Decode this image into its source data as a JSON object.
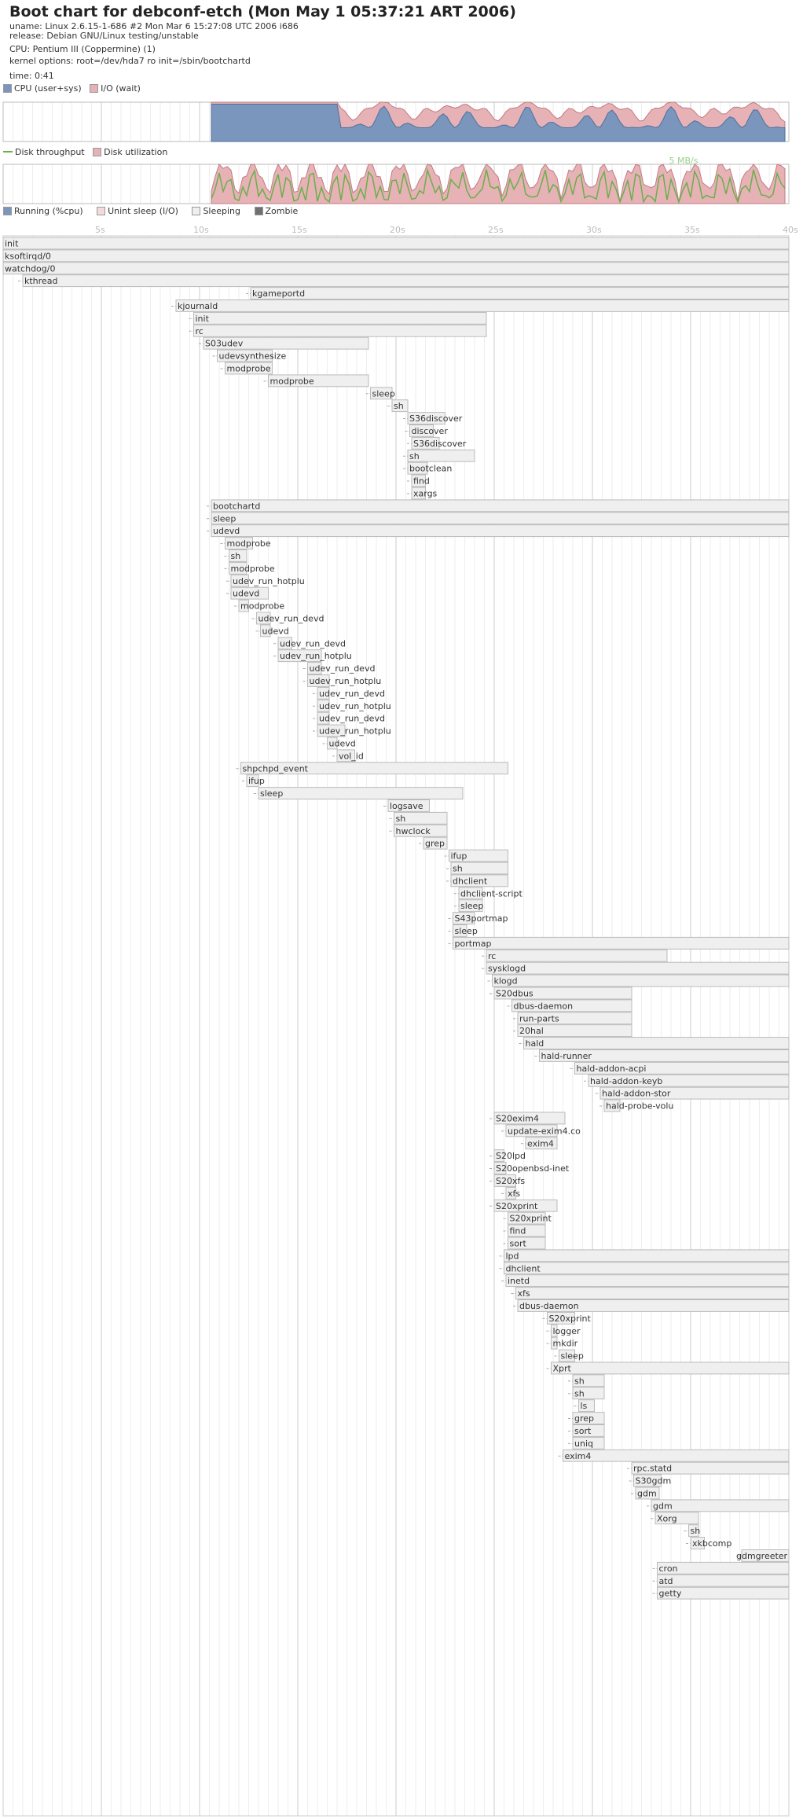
{
  "header": {
    "title": "Boot chart for debconf-etch (Mon May 1 05:37:21 ART 2006)",
    "uname": "uname: Linux 2.6.15-1-686 #2 Mon Mar 6 15:27:08 UTC 2006 i686",
    "release": "release: Debian GNU/Linux testing/unstable",
    "cpu": "CPU: Pentium III (Coppermine) (1)",
    "kernel": "kernel options: root=/dev/hda7 ro init=/sbin/bootchartd",
    "time": "time: 0:41"
  },
  "legends": {
    "cpu_user": "CPU (user+sys)",
    "cpu_io": "I/O (wait)",
    "disk_tput": "Disk throughput",
    "disk_util": "Disk utilization",
    "disk_peak": "5 MB/s",
    "running": "Running (%cpu)",
    "unint": "Unint sleep (I/O)",
    "sleeping": "Sleeping",
    "zombie": "Zombie"
  },
  "colors": {
    "cpu": "#7b96bd",
    "io": "#e6b2b6",
    "tput": "#6aaf4a",
    "proc_fill": "#efefef",
    "proc_border": "#bbbbbb",
    "zombie": "#707070"
  },
  "chart_data": {
    "type": "timeline",
    "x_ticks": [
      "5s",
      "10s",
      "15s",
      "20s",
      "25s",
      "30s",
      "35s",
      "40s"
    ],
    "xlim": [
      0,
      40
    ],
    "processes": [
      {
        "name": "init",
        "start": 0,
        "end": 40,
        "depth": 0
      },
      {
        "name": "ksoftirqd/0",
        "start": 0,
        "end": 40,
        "depth": 1
      },
      {
        "name": "watchdog/0",
        "start": 0,
        "end": 40,
        "depth": 1
      },
      {
        "name": "kthread",
        "start": 1,
        "end": 40,
        "depth": 1
      },
      {
        "name": "kgameportd",
        "start": 12.6,
        "end": 40,
        "depth": 2
      },
      {
        "name": "kjournald",
        "start": 8.8,
        "end": 40,
        "depth": 2
      },
      {
        "name": "init",
        "start": 9.7,
        "end": 24.6,
        "depth": 2
      },
      {
        "name": "rc",
        "start": 9.7,
        "end": 24.6,
        "depth": 3
      },
      {
        "name": "S03udev",
        "start": 10.2,
        "end": 18.6,
        "depth": 4
      },
      {
        "name": "udevsynthesize",
        "start": 10.9,
        "end": 13.7,
        "depth": 5
      },
      {
        "name": "modprobe",
        "start": 11.3,
        "end": 13.7,
        "depth": 5
      },
      {
        "name": "modprobe",
        "start": 13.5,
        "end": 18.6,
        "depth": 5
      },
      {
        "name": "sleep",
        "start": 18.7,
        "end": 19.8,
        "depth": 4
      },
      {
        "name": "sh",
        "start": 19.8,
        "end": 20.6,
        "depth": 4
      },
      {
        "name": "S36discover",
        "start": 20.6,
        "end": 22.5,
        "depth": 4
      },
      {
        "name": "discover",
        "start": 20.7,
        "end": 21.9,
        "depth": 5
      },
      {
        "name": "S36discover",
        "start": 20.8,
        "end": 22.2,
        "depth": 5
      },
      {
        "name": "sh",
        "start": 20.6,
        "end": 24.0,
        "depth": 4
      },
      {
        "name": "bootclean",
        "start": 20.6,
        "end": 21.6,
        "depth": 5
      },
      {
        "name": "find",
        "start": 20.8,
        "end": 21.5,
        "depth": 6
      },
      {
        "name": "xargs",
        "start": 20.8,
        "end": 21.5,
        "depth": 6
      },
      {
        "name": "bootchartd",
        "start": 10.6,
        "end": 40,
        "depth": 2
      },
      {
        "name": "sleep",
        "start": 10.6,
        "end": 40,
        "depth": 3
      },
      {
        "name": "udevd",
        "start": 10.6,
        "end": 40,
        "depth": 2
      },
      {
        "name": "modprobe",
        "start": 11.3,
        "end": 12.7,
        "depth": 3
      },
      {
        "name": "sh",
        "start": 11.5,
        "end": 12.4,
        "depth": 3
      },
      {
        "name": "modprobe",
        "start": 11.5,
        "end": 12.4,
        "depth": 3
      },
      {
        "name": "udev_run_hotplu",
        "start": 11.6,
        "end": 12.5,
        "depth": 3
      },
      {
        "name": "udevd",
        "start": 11.6,
        "end": 13.5,
        "depth": 3
      },
      {
        "name": "modprobe",
        "start": 12.0,
        "end": 12.5,
        "depth": 3
      },
      {
        "name": "udev_run_devd",
        "start": 12.9,
        "end": 13.6,
        "depth": 3
      },
      {
        "name": "udevd",
        "start": 13.1,
        "end": 13.6,
        "depth": 3
      },
      {
        "name": "udev_run_devd",
        "start": 14.0,
        "end": 14.7,
        "depth": 3
      },
      {
        "name": "udev_run_hotplu",
        "start": 14.0,
        "end": 16.2,
        "depth": 3
      },
      {
        "name": "udev_run_devd",
        "start": 15.5,
        "end": 16.2,
        "depth": 3
      },
      {
        "name": "udev_run_hotplu",
        "start": 15.5,
        "end": 16.6,
        "depth": 3
      },
      {
        "name": "udev_run_devd",
        "start": 16.0,
        "end": 16.6,
        "depth": 3
      },
      {
        "name": "udev_run_hotplu",
        "start": 16.0,
        "end": 16.6,
        "depth": 3
      },
      {
        "name": "udev_run_devd",
        "start": 16.0,
        "end": 16.6,
        "depth": 3
      },
      {
        "name": "udev_run_hotplu",
        "start": 16.0,
        "end": 17.4,
        "depth": 3
      },
      {
        "name": "udevd",
        "start": 16.5,
        "end": 17.0,
        "depth": 3
      },
      {
        "name": "vol_id",
        "start": 17.0,
        "end": 17.9,
        "depth": 3
      },
      {
        "name": "shpchpd_event",
        "start": 12.1,
        "end": 25.7,
        "depth": 2
      },
      {
        "name": "ifup",
        "start": 12.4,
        "end": 13.0,
        "depth": 3
      },
      {
        "name": "sleep",
        "start": 13.0,
        "end": 23.4,
        "depth": 3
      },
      {
        "name": "logsave",
        "start": 19.6,
        "end": 21.7,
        "depth": 3
      },
      {
        "name": "sh",
        "start": 19.9,
        "end": 22.6,
        "depth": 3
      },
      {
        "name": "hwclock",
        "start": 19.9,
        "end": 22.6,
        "depth": 3
      },
      {
        "name": "grep",
        "start": 21.4,
        "end": 22.6,
        "depth": 3
      },
      {
        "name": "ifup",
        "start": 22.7,
        "end": 25.7,
        "depth": 3
      },
      {
        "name": "sh",
        "start": 22.8,
        "end": 25.7,
        "depth": 4
      },
      {
        "name": "dhclient",
        "start": 22.8,
        "end": 25.7,
        "depth": 4
      },
      {
        "name": "dhclient-script",
        "start": 23.2,
        "end": 24.4,
        "depth": 5
      },
      {
        "name": "sleep",
        "start": 23.2,
        "end": 24.4,
        "depth": 5
      },
      {
        "name": "S43portmap",
        "start": 22.9,
        "end": 24.0,
        "depth": 3
      },
      {
        "name": "sleep",
        "start": 22.9,
        "end": 23.6,
        "depth": 4
      },
      {
        "name": "portmap",
        "start": 22.9,
        "end": 40,
        "depth": 2
      },
      {
        "name": "rc",
        "start": 24.6,
        "end": 33.8,
        "depth": 2
      },
      {
        "name": "sysklogd",
        "start": 24.6,
        "end": 40,
        "depth": 3
      },
      {
        "name": "klogd",
        "start": 24.9,
        "end": 40,
        "depth": 3
      },
      {
        "name": "S20dbus",
        "start": 25.0,
        "end": 32.0,
        "depth": 3
      },
      {
        "name": "dbus-daemon",
        "start": 25.9,
        "end": 32.0,
        "depth": 4
      },
      {
        "name": "run-parts",
        "start": 26.2,
        "end": 32.0,
        "depth": 4
      },
      {
        "name": "20hal",
        "start": 26.2,
        "end": 32.0,
        "depth": 4
      },
      {
        "name": "hald",
        "start": 26.5,
        "end": 40,
        "depth": 5
      },
      {
        "name": "hald-runner",
        "start": 27.3,
        "end": 40,
        "depth": 6
      },
      {
        "name": "hald-addon-acpi",
        "start": 29.1,
        "end": 40,
        "depth": 7
      },
      {
        "name": "hald-addon-keyb",
        "start": 29.8,
        "end": 40,
        "depth": 7
      },
      {
        "name": "hald-addon-stor",
        "start": 30.4,
        "end": 40,
        "depth": 7
      },
      {
        "name": "hald-probe-volu",
        "start": 30.6,
        "end": 31.4,
        "depth": 7
      },
      {
        "name": "S20exim4",
        "start": 25.0,
        "end": 28.6,
        "depth": 3
      },
      {
        "name": "update-exim4.co",
        "start": 25.6,
        "end": 28.2,
        "depth": 4
      },
      {
        "name": "exim4",
        "start": 26.6,
        "end": 28.2,
        "depth": 4
      },
      {
        "name": "S20lpd",
        "start": 25.0,
        "end": 25.5,
        "depth": 3
      },
      {
        "name": "S20openbsd-inet",
        "start": 25.0,
        "end": 25.6,
        "depth": 3
      },
      {
        "name": "S20xfs",
        "start": 25.0,
        "end": 26.1,
        "depth": 3
      },
      {
        "name": "xfs",
        "start": 25.6,
        "end": 26.1,
        "depth": 4
      },
      {
        "name": "S20xprint",
        "start": 25.0,
        "end": 28.2,
        "depth": 3
      },
      {
        "name": "S20xprint",
        "start": 25.7,
        "end": 27.6,
        "depth": 4
      },
      {
        "name": "find",
        "start": 25.7,
        "end": 27.6,
        "depth": 5
      },
      {
        "name": "sort",
        "start": 25.7,
        "end": 27.6,
        "depth": 5
      },
      {
        "name": "lpd",
        "start": 25.5,
        "end": 40,
        "depth": 3
      },
      {
        "name": "dhclient",
        "start": 25.5,
        "end": 40,
        "depth": 3
      },
      {
        "name": "inetd",
        "start": 25.6,
        "end": 40,
        "depth": 3
      },
      {
        "name": "xfs",
        "start": 26.1,
        "end": 40,
        "depth": 3
      },
      {
        "name": "dbus-daemon",
        "start": 26.2,
        "end": 40,
        "depth": 3
      },
      {
        "name": "S20xprint",
        "start": 27.7,
        "end": 29.1,
        "depth": 3
      },
      {
        "name": "logger",
        "start": 27.9,
        "end": 28.2,
        "depth": 4
      },
      {
        "name": "mkdir",
        "start": 27.9,
        "end": 28.2,
        "depth": 4
      },
      {
        "name": "sleep",
        "start": 28.3,
        "end": 29.1,
        "depth": 4
      },
      {
        "name": "Xprt",
        "start": 27.9,
        "end": 40,
        "depth": 4
      },
      {
        "name": "sh",
        "start": 29.0,
        "end": 30.6,
        "depth": 5
      },
      {
        "name": "sh",
        "start": 29.0,
        "end": 30.6,
        "depth": 5
      },
      {
        "name": "ls",
        "start": 29.3,
        "end": 30.1,
        "depth": 6
      },
      {
        "name": "grep",
        "start": 29.0,
        "end": 30.6,
        "depth": 6
      },
      {
        "name": "sort",
        "start": 29.0,
        "end": 30.6,
        "depth": 6
      },
      {
        "name": "uniq",
        "start": 29.0,
        "end": 30.6,
        "depth": 6
      },
      {
        "name": "exim4",
        "start": 28.5,
        "end": 40,
        "depth": 3
      },
      {
        "name": "rpc.statd",
        "start": 32.0,
        "end": 40,
        "depth": 3
      },
      {
        "name": "S30gdm",
        "start": 32.1,
        "end": 33.5,
        "depth": 3
      },
      {
        "name": "gdm",
        "start": 32.2,
        "end": 33.4,
        "depth": 4
      },
      {
        "name": "gdm",
        "start": 33.0,
        "end": 40,
        "depth": 4
      },
      {
        "name": "Xorg",
        "start": 33.2,
        "end": 35.4,
        "depth": 5
      },
      {
        "name": "sh",
        "start": 34.9,
        "end": 35.4,
        "depth": 5
      },
      {
        "name": "xkbcomp",
        "start": 35.0,
        "end": 35.7,
        "depth": 6
      },
      {
        "name": "gdmgreeter",
        "start": 37.6,
        "end": 40,
        "depth": 5
      },
      {
        "name": "cron",
        "start": 33.3,
        "end": 40,
        "depth": 3
      },
      {
        "name": "atd",
        "start": 33.3,
        "end": 40,
        "depth": 3
      },
      {
        "name": "getty",
        "start": 33.3,
        "end": 40,
        "depth": 3
      }
    ]
  }
}
